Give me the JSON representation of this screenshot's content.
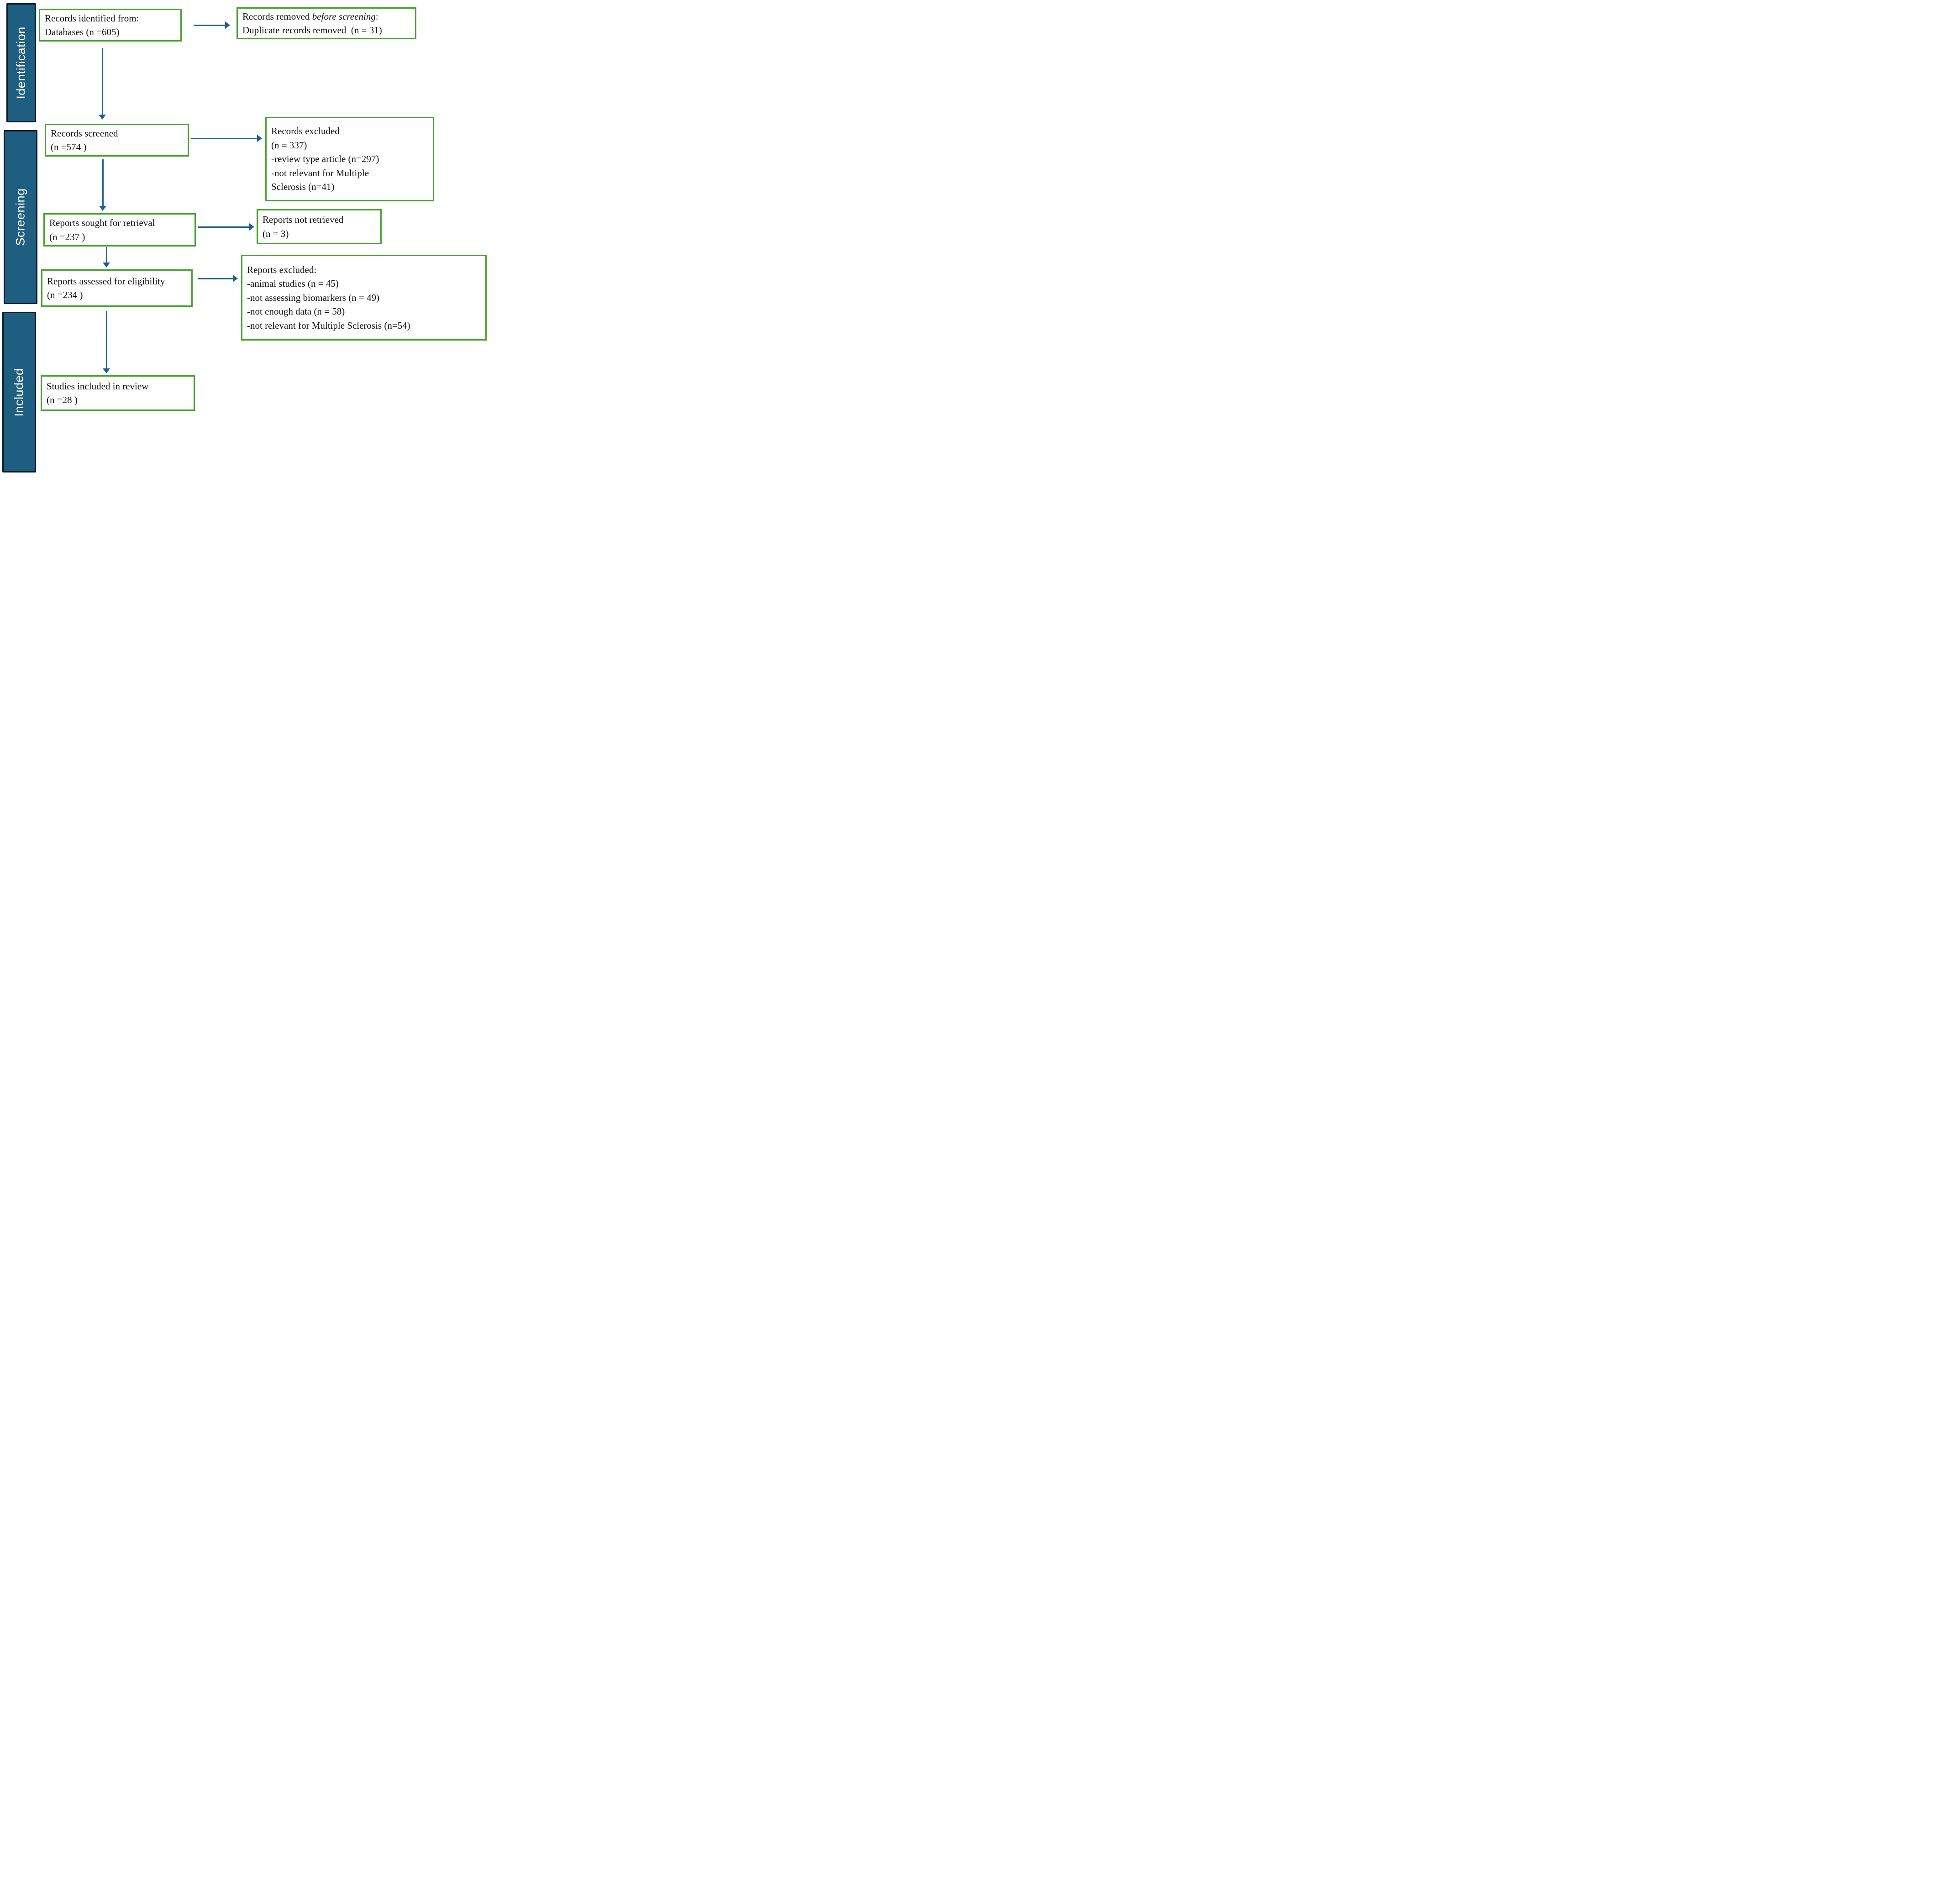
{
  "palette": {
    "box_border_green": "#45a42d",
    "arrow_blue": "#1f5f8b",
    "stage_bar_fill": "#1e5e80",
    "stage_bar_border": "#0c1d2a",
    "text_color": "#111111",
    "background": "#ffffff"
  },
  "sidebar": {
    "stages": [
      {
        "label": "Identification"
      },
      {
        "label": "Screening"
      },
      {
        "label": "Included"
      }
    ]
  },
  "boxes": {
    "records_identified": {
      "lines": [
        "Records identified from:",
        "Databases (n =605)"
      ]
    },
    "records_removed": {
      "line1_prefix": "Records removed ",
      "line1_italic": "before screening",
      "line1_suffix": ":",
      "line2": "Duplicate records removed  (n = 31)"
    },
    "records_screened": {
      "lines": [
        "Records screened",
        "(n =574 )"
      ]
    },
    "records_excluded": {
      "lines": [
        "Records excluded",
        "(n = 337)",
        "-review type article (n=297)",
        "-not relevant for Multiple",
        "Sclerosis (n=41)"
      ]
    },
    "reports_sought": {
      "lines": [
        "Reports sought for retrieval",
        "(n =237 )"
      ]
    },
    "reports_not_retrieved": {
      "lines": [
        "Reports not retrieved",
        "(n = 3)"
      ]
    },
    "reports_assessed": {
      "lines": [
        "Reports assessed for eligibility",
        "(n =234 )"
      ]
    },
    "reports_excluded": {
      "lines": [
        "Reports excluded:",
        "-animal studies (n = 45)",
        "-not assessing biomarkers (n = 49)",
        "-not enough data (n = 58)",
        "-not relevant for Multiple Sclerosis (n=54)"
      ]
    },
    "studies_included": {
      "lines": [
        "Studies included in review",
        "(n =28 )"
      ]
    }
  }
}
